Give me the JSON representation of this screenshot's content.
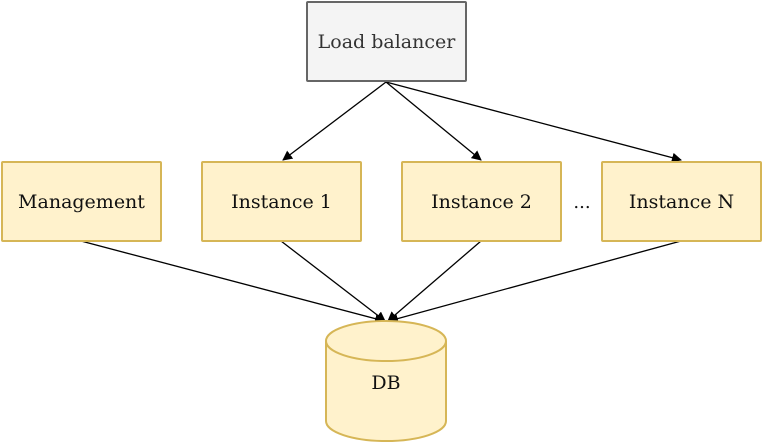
{
  "nodes": {
    "load_balancer": "Load balancer",
    "management": "Management",
    "instance_1": "Instance 1",
    "instance_2": "Instance 2",
    "ellipsis": "...",
    "instance_n": "Instance N",
    "db": "DB"
  },
  "colors": {
    "load_balancer_fill": "#f4f4f4",
    "load_balancer_stroke": "#666666",
    "node_fill": "#fff2cc",
    "node_stroke": "#d6b656",
    "edge": "#000000"
  }
}
